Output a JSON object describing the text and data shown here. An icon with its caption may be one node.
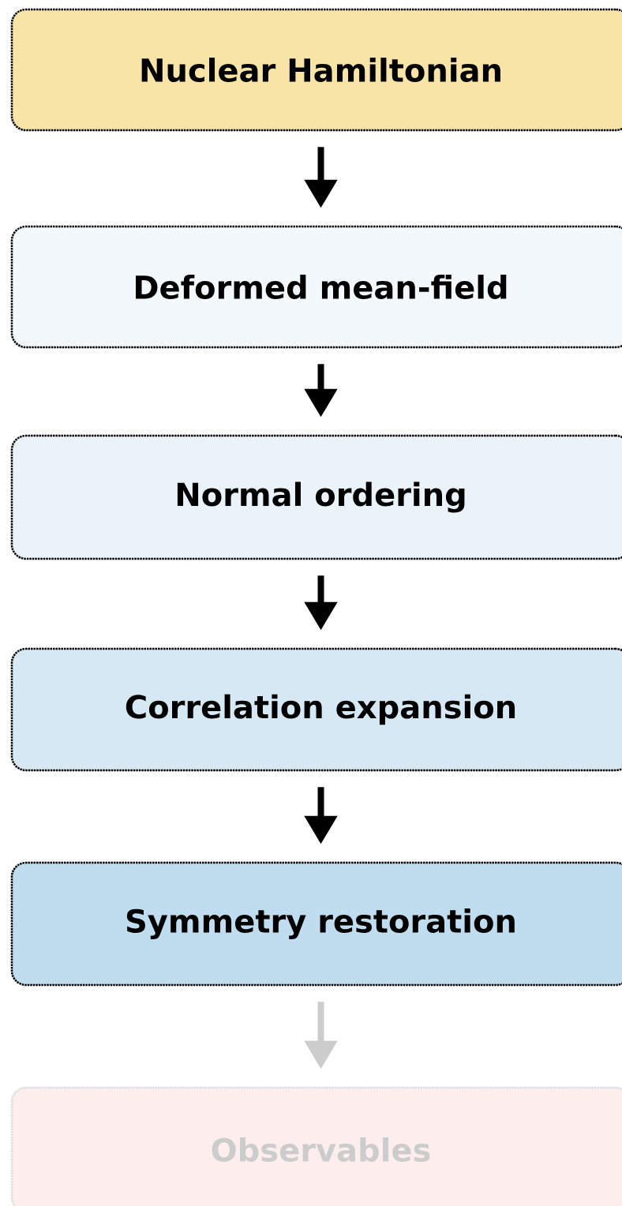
{
  "diagram": {
    "nodes": [
      {
        "text": [
          "Nuclear Hamiltonian"
        ]
      },
      {
        "text": [
          "Deformed mean-field"
        ]
      },
      {
        "text": [
          "Normal ordering"
        ]
      },
      {
        "text": [
          "Correlation expansion"
        ]
      },
      {
        "text": [
          "Symmetry restoration"
        ]
      },
      {
        "text": [
          "Observables"
        ]
      }
    ],
    "edges": [
      {
        "from": 0,
        "to": 1,
        "arrow": "to"
      },
      {
        "from": 1,
        "to": 2,
        "arrow": "to"
      },
      {
        "from": 2,
        "to": 3,
        "arrow": "to"
      },
      {
        "from": 3,
        "to": 4,
        "arrow": "to"
      },
      {
        "from": 4,
        "to": 5,
        "arrow": "to",
        "color": "#cccccc"
      }
    ]
  }
}
